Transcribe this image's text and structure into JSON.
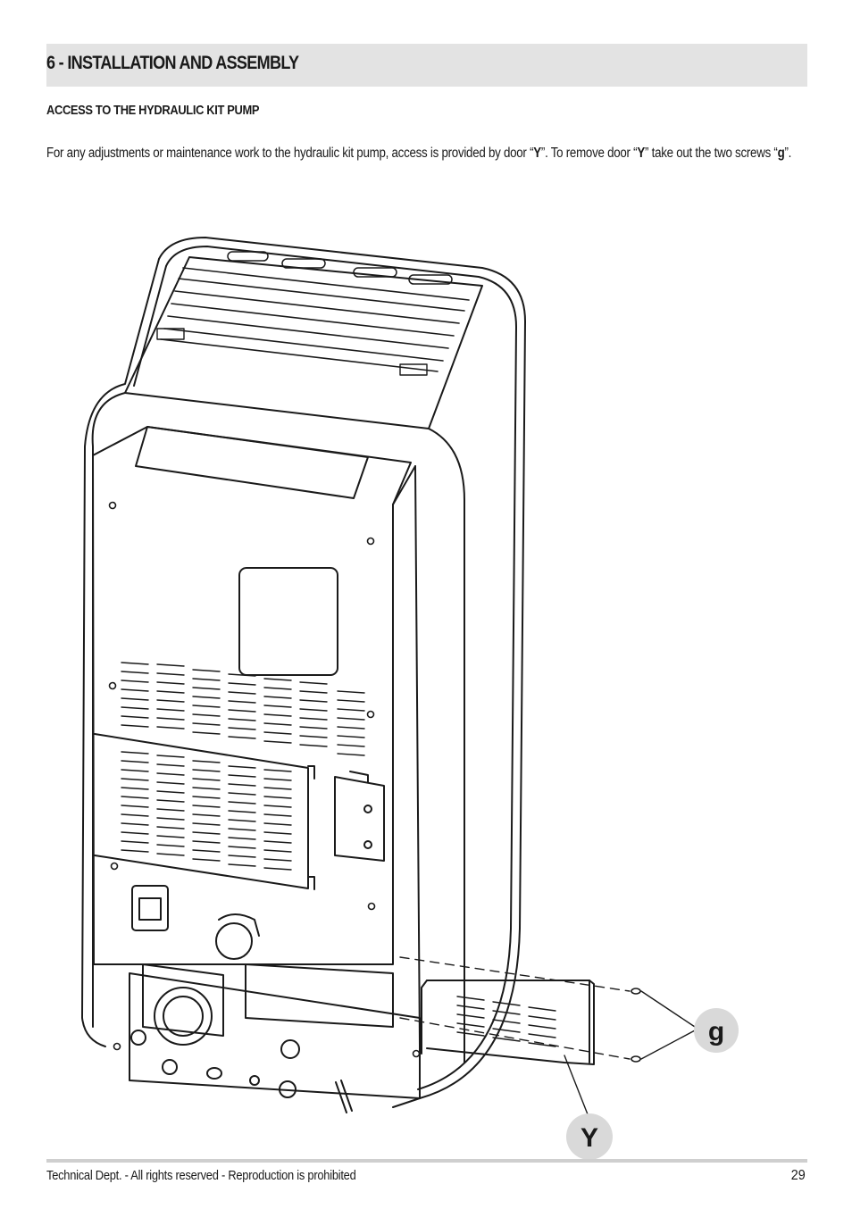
{
  "section": {
    "title": "6 - INSTALLATION AND ASSEMBLY"
  },
  "subsection": {
    "title": "ACCESS TO THE HYDRAULIC KIT PUMP"
  },
  "paragraph": {
    "part1": "For any adjustments or maintenance work to the hydraulic kit pump, access is provided by door “",
    "door1": "Y",
    "part2": "”.  To remove door “",
    "door2": "Y",
    "part3": "” take out the two screws “",
    "screw": "g",
    "part4": "”."
  },
  "figure": {
    "callout_screws": "g",
    "callout_door": "Y",
    "line_color": "#1a1a1a",
    "callout_fill": "#d9d9d9"
  },
  "footer": {
    "text": "Technical Dept. - All rights reserved - Reproduction is prohibited",
    "page_number": "29"
  }
}
